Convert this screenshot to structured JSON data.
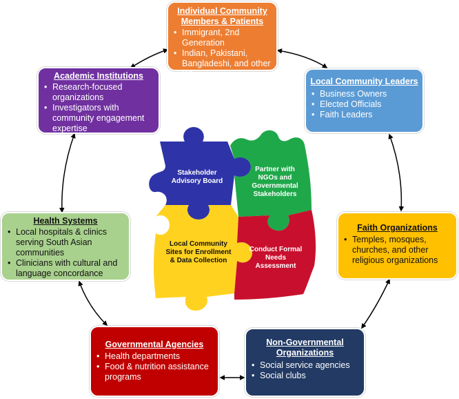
{
  "colors": {
    "orange": "#ed7d31",
    "blue": "#5b9bd5",
    "yellow": "#ffc000",
    "navy": "#223a64",
    "red": "#c00000",
    "green": "#a9d18e",
    "purple": "#7030a0",
    "puzzle_blue": "#2e33a8",
    "puzzle_green": "#1fa84a",
    "puzzle_yellow": "#ffd21f",
    "puzzle_red": "#c8102e"
  },
  "boxes": {
    "individual": {
      "title": "Individual Community Members & Patients",
      "items": [
        "Immigrant, 2nd Generation",
        "Indian, Pakistani, Bangladeshi, and other SA groups"
      ]
    },
    "local_leaders": {
      "title": "Local Community Leaders",
      "items": [
        "Business Owners",
        "Elected Officials",
        "Faith Leaders"
      ]
    },
    "faith": {
      "title": "Faith Organizations",
      "items": [
        "Temples, mosques, churches, and other religious organizations"
      ]
    },
    "ngo": {
      "title": "Non-Governmental Organizations",
      "items": [
        "Social service agencies",
        "Social clubs"
      ]
    },
    "gov": {
      "title": "Governmental Agencies",
      "items": [
        "Health departments",
        "Food & nutrition assistance programs"
      ]
    },
    "health": {
      "title": "Health Systems",
      "items": [
        "Local hospitals & clinics serving South Asian communities",
        "Clinicians with cultural and language concordance"
      ]
    },
    "academic": {
      "title": "Academic Institutions",
      "items": [
        "Research-focused organizations",
        "Investigators with community engagement expertise"
      ]
    }
  },
  "puzzle": {
    "advisory": "Stakeholder Advisory Board",
    "partner": "Partner with NGOs and Governmental Stakeholders",
    "sites": "Local Community Sites for Enrollment & Data Collection",
    "assessment": "Conduct Formal Needs Assessment"
  }
}
